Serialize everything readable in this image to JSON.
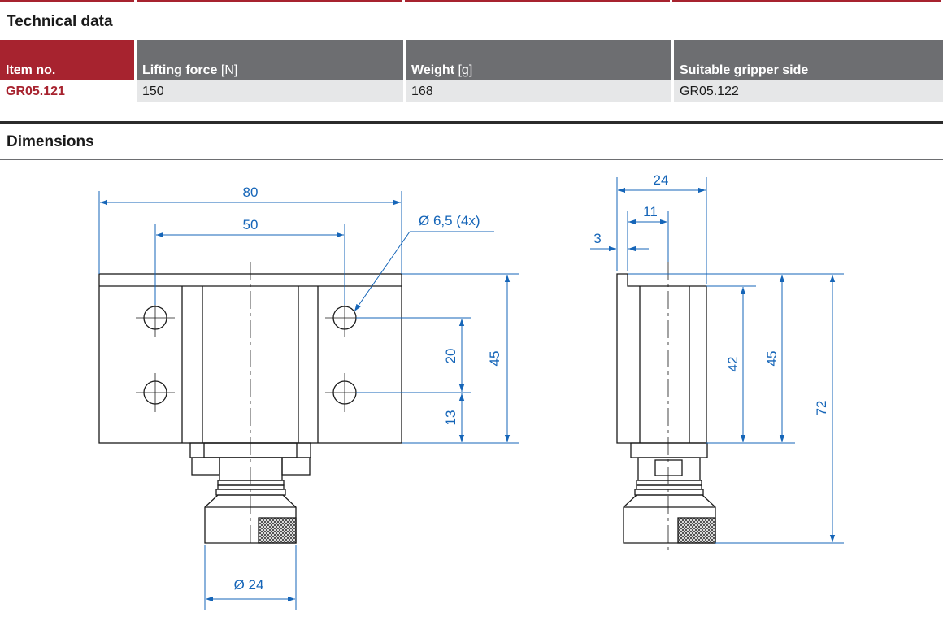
{
  "technical_data": {
    "title": "Technical data",
    "columns": [
      {
        "label": "Item no.",
        "unit": ""
      },
      {
        "label": "Lifting force",
        "unit": "[N]"
      },
      {
        "label": "Weight",
        "unit": "[g]"
      },
      {
        "label": "Suitable gripper side",
        "unit": ""
      }
    ],
    "row": {
      "item_no": "GR05.121",
      "lifting_force": "150",
      "weight": "168",
      "gripper_side": "GR05.122"
    }
  },
  "dimensions": {
    "title": "Dimensions",
    "front": {
      "width_total": "80",
      "hole_spacing": "50",
      "hole_note": "Ø 6,5 (4x)",
      "hole_vertical": "20",
      "hole_bottom": "13",
      "height_plate": "45",
      "knob_diameter": "Ø 24"
    },
    "side": {
      "width": "24",
      "center_offset": "11",
      "lip": "3",
      "height_inner": "42",
      "height_plate": "45",
      "height_total": "72"
    }
  },
  "colors": {
    "brand_red": "#a7232f",
    "header_gray": "#6d6e71",
    "row_gray": "#e6e7e8",
    "dimension_blue": "#1565b8"
  }
}
